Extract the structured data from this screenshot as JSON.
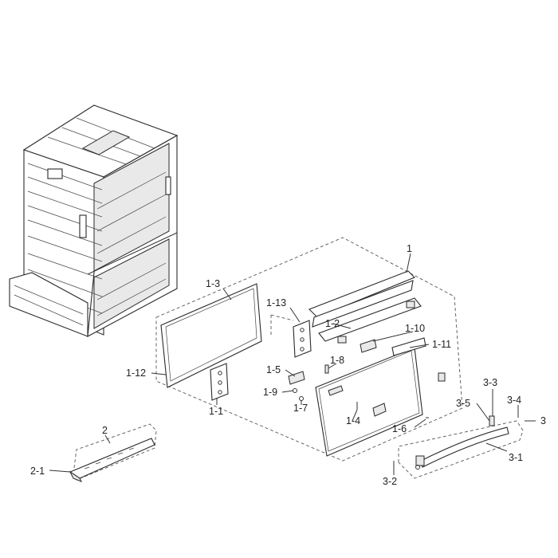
{
  "callouts": [
    {
      "id": "1",
      "text": "1"
    },
    {
      "id": "1-2",
      "text": "1-2"
    },
    {
      "id": "1-3",
      "text": "1-3"
    },
    {
      "id": "1-13",
      "text": "1-13"
    },
    {
      "id": "1-10",
      "text": "1-10"
    },
    {
      "id": "1-11",
      "text": "1-11"
    },
    {
      "id": "1-8",
      "text": "1-8"
    },
    {
      "id": "1-5",
      "text": "1-5"
    },
    {
      "id": "1-12",
      "text": "1-12"
    },
    {
      "id": "1-9",
      "text": "1-9"
    },
    {
      "id": "1-7",
      "text": "1-7"
    },
    {
      "id": "1-1",
      "text": "1-1"
    },
    {
      "id": "1-4",
      "text": "1-4"
    },
    {
      "id": "1-6",
      "text": "1-6"
    },
    {
      "id": "2",
      "text": "2"
    },
    {
      "id": "2-1",
      "text": "2-1"
    },
    {
      "id": "3-3",
      "text": "3-3"
    },
    {
      "id": "3-4",
      "text": "3-4"
    },
    {
      "id": "3",
      "text": "3"
    },
    {
      "id": "3-5",
      "text": "3-5"
    },
    {
      "id": "3-1",
      "text": "3-1"
    },
    {
      "id": "3-2",
      "text": "3-2"
    }
  ]
}
